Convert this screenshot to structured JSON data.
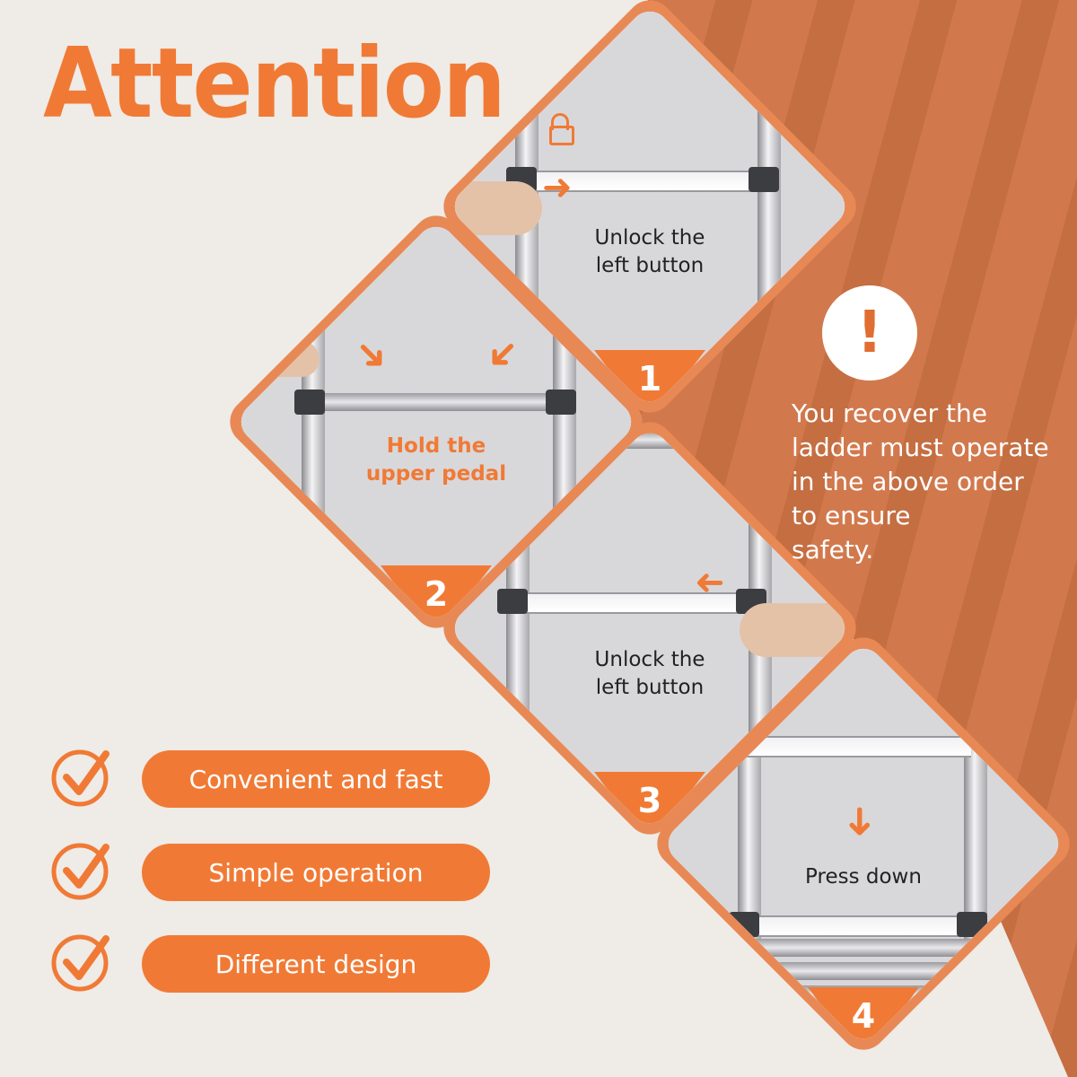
{
  "title": "Attention",
  "colors": {
    "accent": "#f07a35",
    "backdrop": "#cf7446",
    "page_bg": "#efebe7"
  },
  "steps": [
    {
      "number": "1",
      "caption_line1": "Unlock the",
      "caption_line2": "left button",
      "icon": "unlock-icon"
    },
    {
      "number": "2",
      "caption_line1": "Hold the",
      "caption_line2": "upper pedal"
    },
    {
      "number": "3",
      "caption_line1": "Unlock the",
      "caption_line2": "left button"
    },
    {
      "number": "4",
      "caption_line1": "Press down",
      "caption_line2": ""
    }
  ],
  "notice": {
    "icon": "exclamation-icon",
    "line1": "You recover the",
    "line2": "ladder must operate",
    "line3": "in the above order",
    "line4": "to ensure",
    "line5": "safety."
  },
  "features": [
    {
      "icon": "check-circle-icon",
      "label": "Convenient and fast"
    },
    {
      "icon": "check-circle-icon",
      "label": "Simple operation"
    },
    {
      "icon": "check-circle-icon",
      "label": "Different design"
    }
  ]
}
